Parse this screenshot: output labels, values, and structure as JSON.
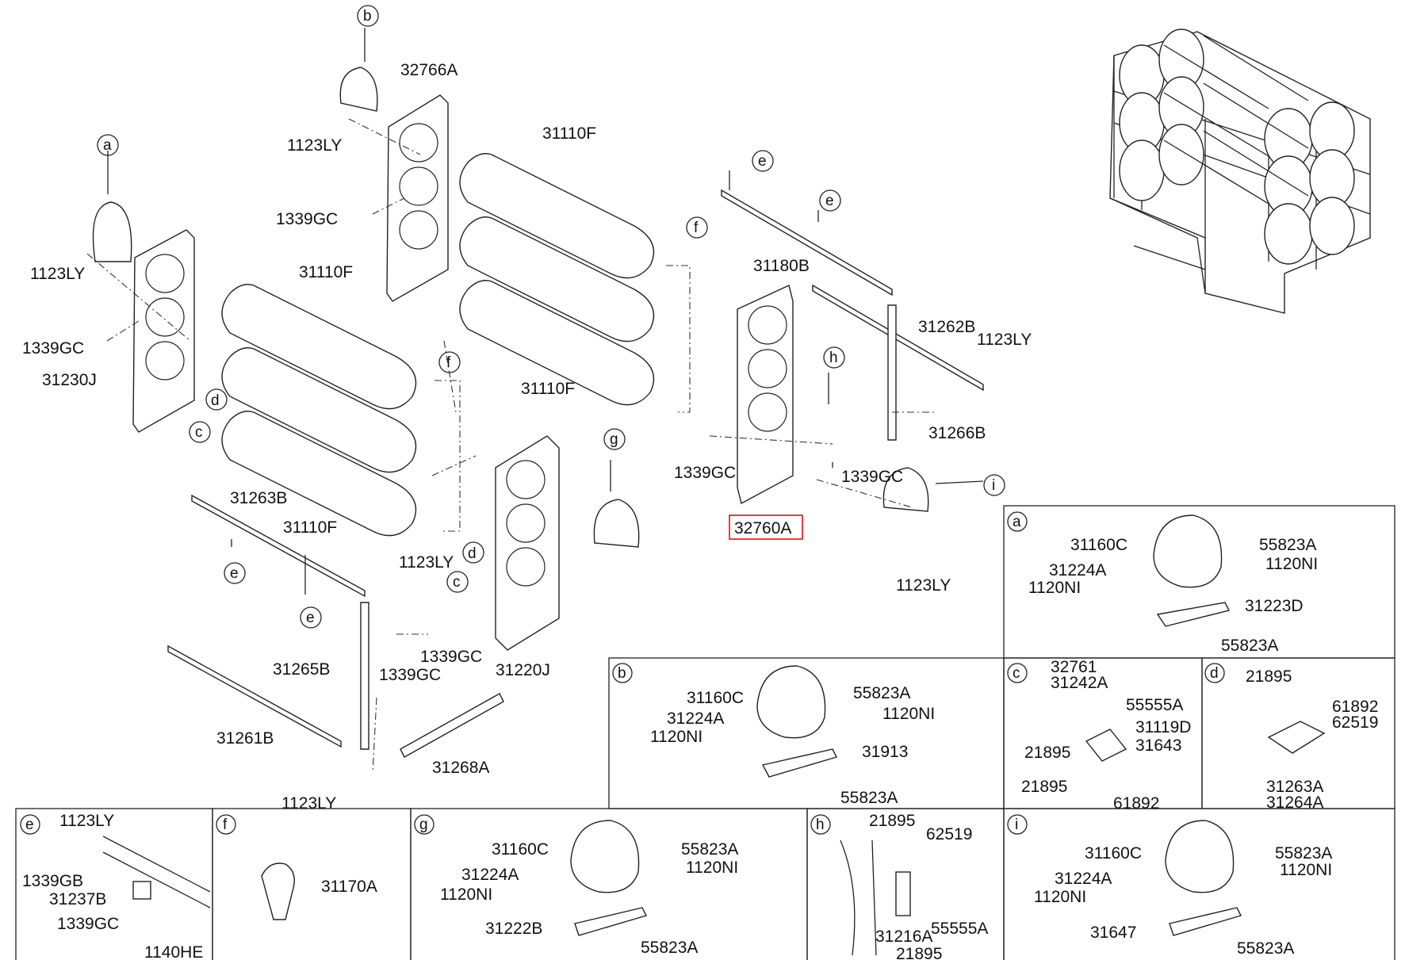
{
  "parts": {
    "p_32766A": "32766A",
    "p_1123LY_top": "1123LY",
    "p_1339GC_top": "1339GC",
    "p_31110F_top": "31110F",
    "p_31110F_mid": "31110F",
    "p_31110F_right": "31110F",
    "p_31110F_left": "31110F",
    "p_1123LY_a": "1123LY",
    "p_1339GC_a": "1339GC",
    "p_31230J": "31230J",
    "p_31180B": "31180B",
    "p_31262B": "31262B",
    "p_1123LY_r": "1123LY",
    "p_31266B": "31266B",
    "p_1339GC_r1": "1339GC",
    "p_1339GC_r2": "1339GC",
    "p_32760A": "32760A",
    "p_1123LY_r2": "1123LY",
    "p_31263B": "31263B",
    "p_1123LY_m": "1123LY",
    "p_1339GC_m1": "1339GC",
    "p_31265B": "31265B",
    "p_1339GC_m2": "1339GC",
    "p_31261B": "31261B",
    "p_31268A": "31268A",
    "p_1123LY_b": "1123LY",
    "p_31220J": "31220J"
  },
  "callouts": {
    "a": "a",
    "b": "b",
    "c": "c",
    "d": "d",
    "e": "e",
    "f": "f",
    "g": "g",
    "h": "h",
    "i": "i"
  },
  "details": {
    "a": {
      "tag": "a",
      "l1": "31160C",
      "l2": "55823A",
      "l3": "31224A",
      "l4": "1120NI",
      "l5": "1120NI",
      "l6": "31223D",
      "l7": "55823A"
    },
    "b": {
      "tag": "b",
      "l1": "31160C",
      "l2": "55823A",
      "l3": "31224A",
      "l4": "1120NI",
      "l5": "1120NI",
      "l6": "31913",
      "l7": "55823A"
    },
    "c": {
      "tag": "c",
      "l1": "32761",
      "l2": "31242A",
      "l3": "55555A",
      "l4": "31119D",
      "l5": "31643",
      "l6": "21895",
      "l7": "21895",
      "l8": "61892"
    },
    "d": {
      "tag": "d",
      "l1": "21895",
      "l2": "61892",
      "l3": "62519",
      "l4": "31263A",
      "l5": "31264A"
    },
    "e": {
      "tag": "e",
      "l1": "1123LY",
      "l2": "1339GB",
      "l3": "31237B",
      "l4": "1339GC",
      "l5": "1140HE"
    },
    "f": {
      "tag": "f",
      "l1": "31170A"
    },
    "g": {
      "tag": "g",
      "l1": "31160C",
      "l2": "55823A",
      "l3": "31224A",
      "l4": "1120NI",
      "l5": "1120NI",
      "l6": "31222B",
      "l7": "55823A"
    },
    "h": {
      "tag": "h",
      "l1": "21895",
      "l2": "62519",
      "l3": "31216A",
      "l4": "55555A",
      "l5": "21895"
    },
    "i": {
      "tag": "i",
      "l1": "31160C",
      "l2": "55823A",
      "l3": "31224A",
      "l4": "1120NI",
      "l5": "1120NI",
      "l6": "31647",
      "l7": "55823A"
    }
  }
}
